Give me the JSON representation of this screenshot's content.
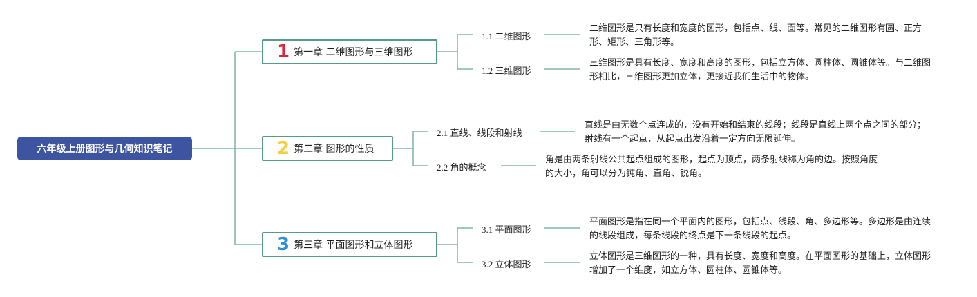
{
  "root": {
    "label": "六年级上册图形与几何知识笔记"
  },
  "colors": {
    "root_bg": "#3d54a0",
    "line": "#6aa895",
    "num1": "#d6283a",
    "num2": "#f3cf45",
    "num3": "#2f8fd8"
  },
  "chapters": [
    {
      "number": "1",
      "title": "第一章 二维图形与三维图形",
      "subs": [
        {
          "id": "1.1",
          "name": "二维图形",
          "desc": "二维图形是只有长度和宽度的图形，包括点、线、面等。常见的二维图形有圆、正方形、矩形、三角形等。"
        },
        {
          "id": "1.2",
          "name": "三维图形",
          "desc": "三维图形是具有长度、宽度和高度的图形，包括立方体、圆柱体、圆锥体等。与二维图形相比，三维图形更加立体，更接近我们生活中的物体。"
        }
      ]
    },
    {
      "number": "2",
      "title": "第二章 图形的性质",
      "subs": [
        {
          "id": "2.1",
          "name": "直线、线段和射线",
          "desc": "直线是由无数个点连成的，没有开始和结束的线段；线段是直线上两个点之间的部分；射线有一个起点，从起点出发沿着一定方向无限延伸。"
        },
        {
          "id": "2.2",
          "name": "角的概念",
          "desc": "角是由两条射线公共起点组成的图形，起点为顶点，两条射线称为角的边。按照角度的大小，角可以分为钝角、直角、锐角。"
        }
      ]
    },
    {
      "number": "3",
      "title": "第三章 平面图形和立体图形",
      "subs": [
        {
          "id": "3.1",
          "name": "平面图形",
          "desc": "平面图形是指在同一个平面内的图形，包括点、线段、角、多边形等。多边形是由连续的线段组成，每条线段的终点是下一条线段的起点。"
        },
        {
          "id": "3.2",
          "name": "立体图形",
          "desc": "立体图形是三维图形的一种，具有长度、宽度和高度。在平面图形的基础上，立体图形增加了一个维度，如立方体、圆柱体、圆锥体等。"
        }
      ]
    }
  ]
}
